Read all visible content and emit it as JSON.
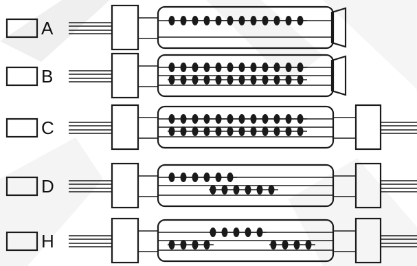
{
  "options": [
    {
      "label": "A",
      "connector_right": false,
      "funnel_right": true,
      "filament_rows": [
        [
          12
        ]
      ]
    },
    {
      "label": "B",
      "connector_right": false,
      "funnel_right": true,
      "filament_rows": [
        [
          12
        ],
        [
          12
        ]
      ]
    },
    {
      "label": "C",
      "connector_right": true,
      "funnel_right": false,
      "filament_rows": [
        [
          12
        ],
        [
          12
        ]
      ]
    },
    {
      "label": "D",
      "connector_right": true,
      "funnel_right": false,
      "filament_rows": [
        [
          6
        ],
        [
          0,
          6
        ]
      ]
    },
    {
      "label": "H",
      "connector_right": true,
      "funnel_right": false,
      "filament_rows": [
        [
          0,
          5
        ],
        [
          4,
          0,
          4
        ]
      ]
    }
  ],
  "colors": {
    "ink": "#1a1a1a",
    "watermark": "#efefef",
    "background": "#ffffff"
  }
}
